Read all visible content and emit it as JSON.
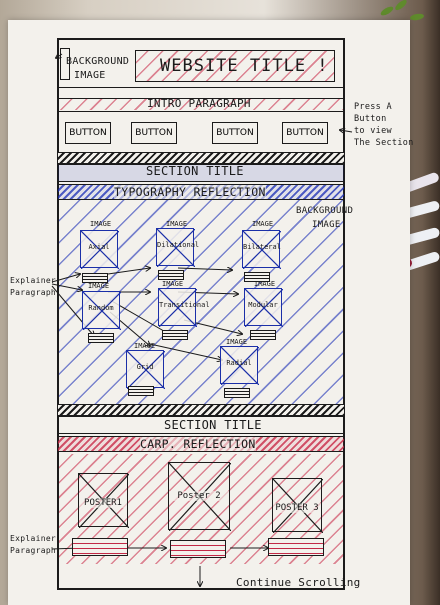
{
  "header": {
    "background_image_line1": "BACKGROUND",
    "background_image_line2": "IMAGE",
    "website_title": "WEBSITE TITLE !"
  },
  "intro": {
    "title": "INTRO PARAGRAPH"
  },
  "buttons": [
    {
      "label": "BUTTON"
    },
    {
      "label": "BUTTON"
    },
    {
      "label": "BUTTON"
    },
    {
      "label": "BUTTON"
    }
  ],
  "notes": {
    "press_button_line1": "Press A",
    "press_button_line2": "Button",
    "press_button_line3": "to view",
    "press_button_line4": "The Section",
    "background_image_line1": "BACKGROUND",
    "background_image_line2": "IMAGE",
    "explainer_line1": "Explainer",
    "explainer_line2": "Paragraph",
    "explainer2_line1": "Explainer",
    "explainer2_line2": "Paragraph",
    "continue": "Continue Scrolling"
  },
  "section1": {
    "section_title": "SECTION TITLE",
    "subtitle": "TYPOGRAPHY REFLECTION",
    "image_tag": "IMAGE",
    "images": [
      {
        "label": "Axial"
      },
      {
        "label": "Dilational"
      },
      {
        "label": "Bilateral"
      },
      {
        "label": "Random"
      },
      {
        "label": "Transitional"
      },
      {
        "label": "Modular"
      },
      {
        "label": "Grid"
      },
      {
        "label": "Radial"
      }
    ]
  },
  "section2": {
    "section_title": "SECTION TITLE",
    "subtitle": "CARP. REFLECTION",
    "posters": [
      {
        "label": "POSTER1"
      },
      {
        "label": "Poster 2"
      },
      {
        "label": "POSTER 3"
      }
    ]
  },
  "colors": {
    "ink": "#1b1b1b",
    "blue_marker": "#1b2fa8",
    "red_marker": "#c22846"
  }
}
